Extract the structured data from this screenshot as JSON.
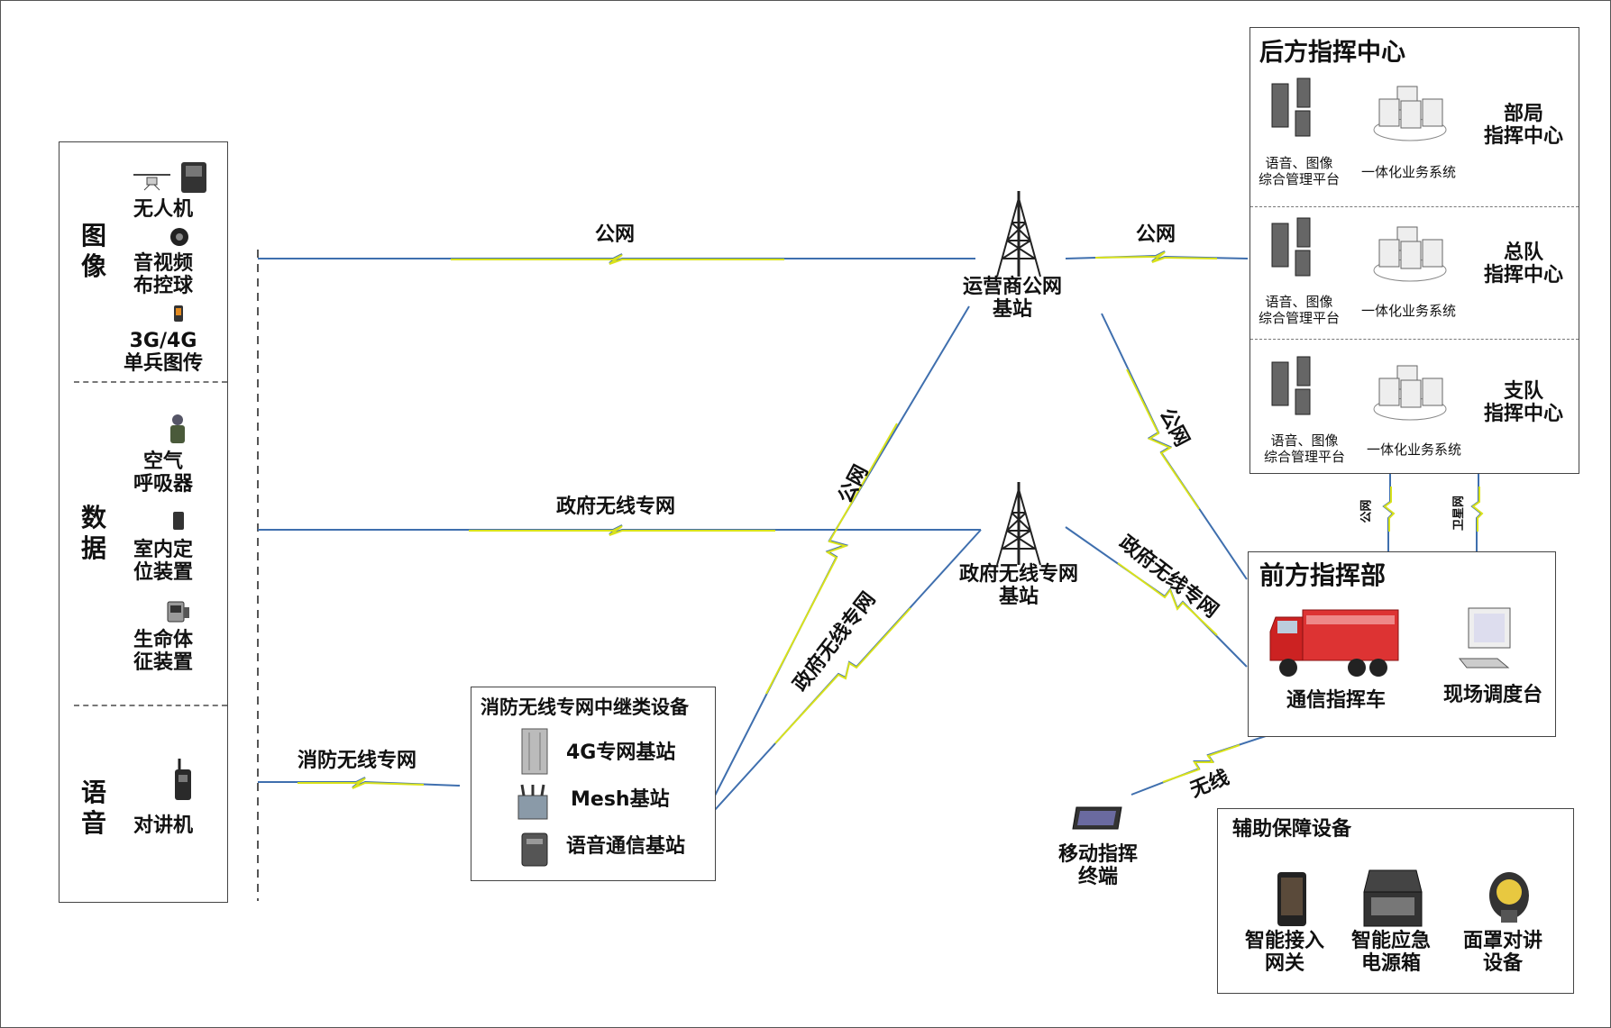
{
  "left_panel": {
    "image": {
      "title": "图像",
      "items": [
        "无人机",
        "音视频\n布控球",
        "3G/4G\n单兵图传"
      ]
    },
    "data": {
      "title": "数据",
      "items": [
        "空气\n呼吸器",
        "室内定\n位装置",
        "生命体\n征装置"
      ]
    },
    "voice": {
      "title": "语音",
      "items": [
        "对讲机"
      ]
    }
  },
  "relay": {
    "title": "消防无线专网中继类设备",
    "items": [
      "4G专网基站",
      "Mesh基站",
      "语音通信基站"
    ]
  },
  "stations": {
    "operator": "运营商公网\n基站",
    "gov": "政府无线专网\n基站"
  },
  "rear_center": {
    "title": "后方指挥中心",
    "rows": [
      {
        "platform": "语音、图像\n综合管理平台",
        "system": "一体化业务系统",
        "level": "部局\n指挥中心"
      },
      {
        "platform": "语音、图像\n综合管理平台",
        "system": "一体化业务系统",
        "level": "总队\n指挥中心"
      },
      {
        "platform": "语音、图像\n综合管理平台",
        "system": "一体化业务系统",
        "level": "支队\n指挥中心"
      }
    ]
  },
  "front_command": {
    "title": "前方指挥部",
    "vehicle": "通信指挥车",
    "console": "现场调度台"
  },
  "mobile_terminal": "移动指挥\n终端",
  "aux": {
    "title": "辅助保障设备",
    "items": [
      "智能接入\n网关",
      "智能应急\n电源箱",
      "面罩对讲\n设备"
    ]
  },
  "links": {
    "public_top": "公网",
    "public_right": "公网",
    "public_diag_left": "公网",
    "public_diag_right": "公网",
    "gov_left": "政府无线专网",
    "gov_diag_left": "政府无线专网",
    "gov_diag_right": "政府无线专网",
    "fire": "消防无线专网",
    "uplink_public": "公网",
    "uplink_satellite": "卫星网",
    "wireless": "无线"
  },
  "colors": {
    "link_blue": "#3f6fae",
    "link_yellow": "#d9e21b",
    "border": "#444444"
  }
}
